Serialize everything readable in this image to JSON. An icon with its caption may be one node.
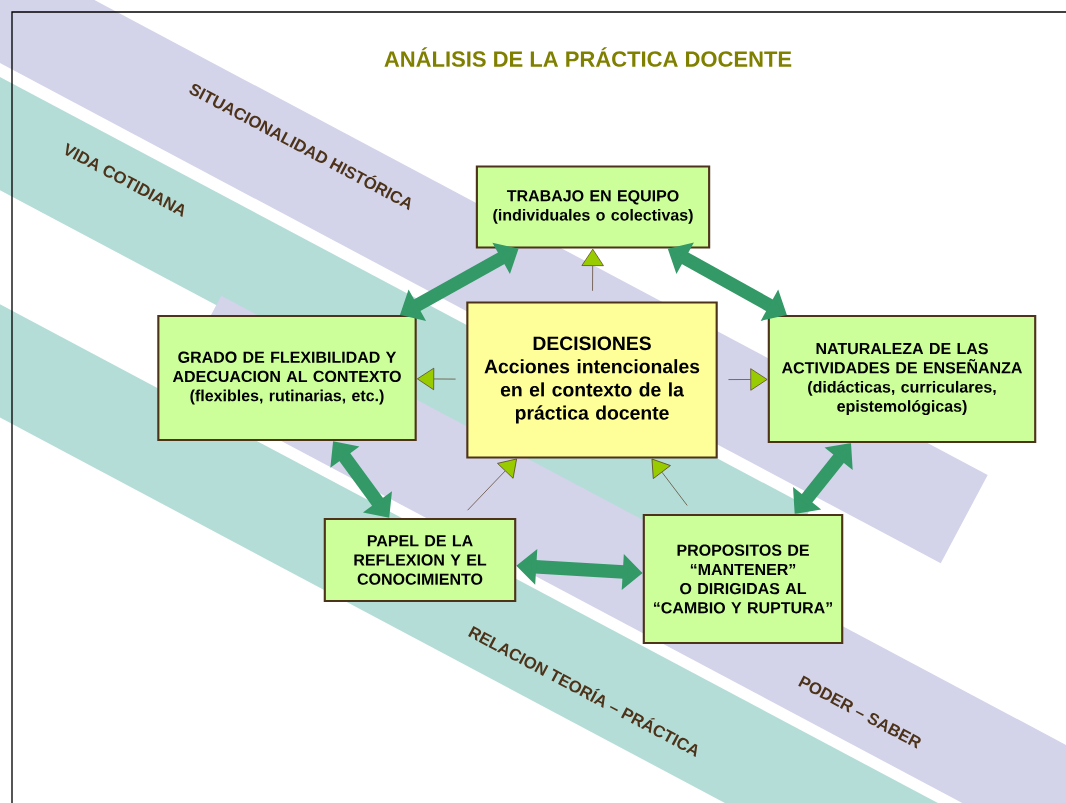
{
  "diagram": {
    "title": "ANÁLISIS DE LA PRÁCTICA DOCENTE",
    "nodes": [
      {
        "text": [
          "TRABAJO EN EQUIPO",
          "(individuales o colectivas)"
        ]
      },
      {
        "text": [
          "GRADO DE FLEXIBILIDAD Y ADECUACION AL CONTEXTO",
          "(flexibles, rutinarias, etc.)"
        ]
      },
      {
        "text": [
          "DECISIONES",
          "Acciones intencionales en el contexto de la práctica docente"
        ]
      },
      {
        "text": [
          "NATURALEZA DE LAS ACTIVIDADES DE ENSEÑANZA",
          "(didácticas, curriculares, epistemológicas)"
        ]
      },
      {
        "text": [
          "PAPEL DE LA REFLEXION Y EL CONOCIMIENTO"
        ]
      },
      {
        "text": [
          "PROPOSITOS DE “MANTENER” O DIRIGIDAS AL “CAMBIO Y RUPTURA”"
        ]
      }
    ],
    "labels": [
      "SITUACIONALIDAD HISTÓRICA",
      "VIDA COTIDIANA",
      "RELACION TEORÍA – PRÁCTICA",
      "PODER – SABER"
    ],
    "edges": [
      {
        "from": 2,
        "to": 0,
        "arrow": "to"
      },
      {
        "from": 2,
        "to": 1,
        "arrow": "to"
      },
      {
        "from": 2,
        "to": 3,
        "arrow": "to"
      },
      {
        "from": 4,
        "to": 2,
        "arrow": "to"
      },
      {
        "from": 5,
        "to": 2,
        "arrow": "to"
      },
      {
        "from": 0,
        "to": 1,
        "arrow": "both",
        "style": "thick",
        "color": "#339966"
      },
      {
        "from": 0,
        "to": 3,
        "arrow": "both",
        "style": "thick",
        "color": "#339966"
      },
      {
        "from": 1,
        "to": 4,
        "arrow": "both",
        "style": "thick",
        "color": "#339966"
      },
      {
        "from": 4,
        "to": 5,
        "arrow": "both",
        "style": "thick",
        "color": "#339966"
      },
      {
        "from": 3,
        "to": 5,
        "arrow": "both",
        "style": "thick",
        "color": "#339966"
      }
    ]
  }
}
